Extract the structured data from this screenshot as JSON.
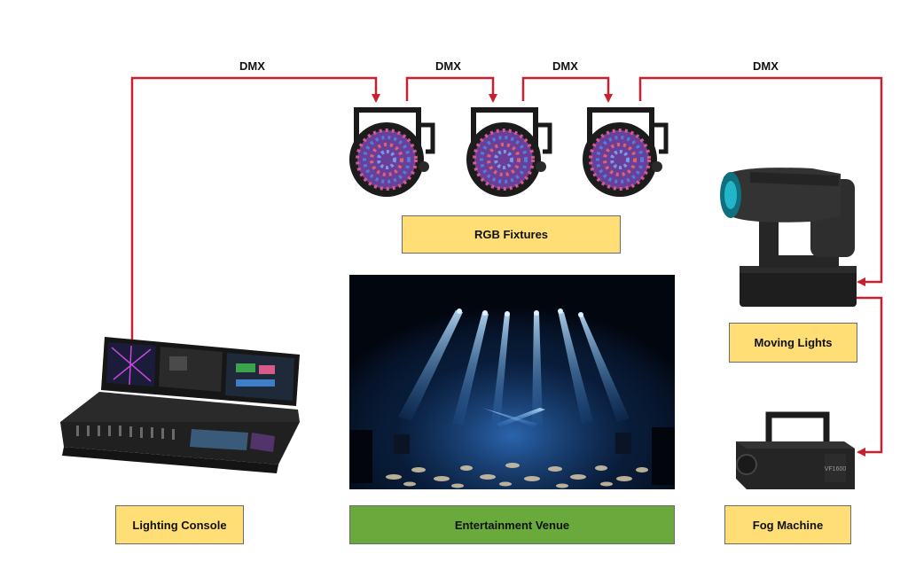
{
  "connections": {
    "link1": "DMX",
    "link2": "DMX",
    "link3": "DMX",
    "link4": "DMX"
  },
  "labels": {
    "rgb_fixtures": "RGB Fixtures",
    "lighting_console": "Lighting Console",
    "entertainment_venue": "Entertainment Venue",
    "moving_lights": "Moving Lights",
    "fog_machine": "Fog Machine",
    "fog_brand": "VF1600"
  },
  "colors": {
    "wire": "#c8202e",
    "label_box": "#ffde75",
    "venue_box": "#6aaa3c"
  },
  "icons": [
    "par-can-icon",
    "lighting-console-icon",
    "stage-photo-icon",
    "moving-head-icon",
    "fog-machine-icon"
  ]
}
